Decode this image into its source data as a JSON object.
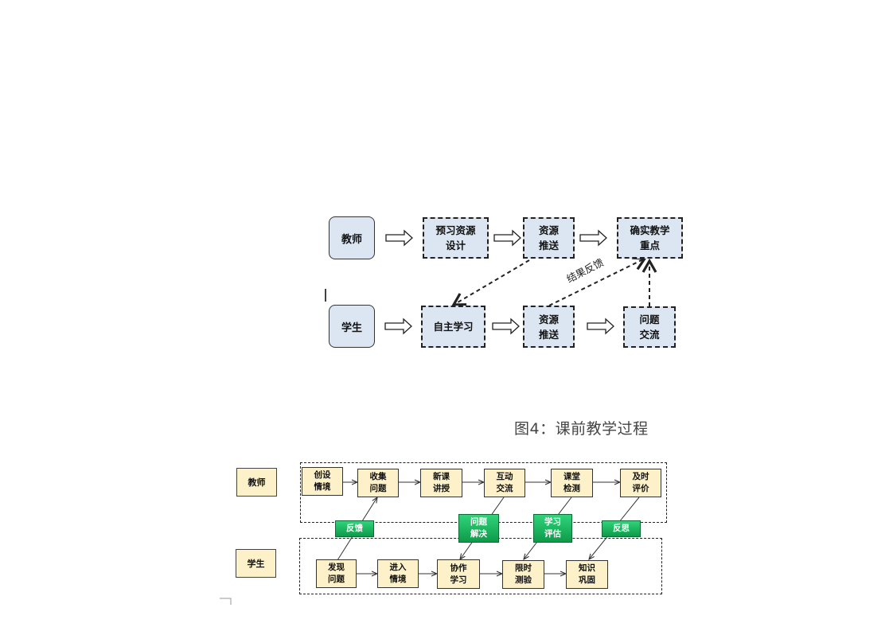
{
  "top_diagram": {
    "teacher_label": "教师",
    "student_label": "学生",
    "teacher_steps": [
      "预习资源\n设计",
      "资源\n推送",
      "确实教学\n重点"
    ],
    "student_steps": [
      "自主学习",
      "资源\n推送",
      "问题\n交流"
    ],
    "feedback_label": "结果反馈"
  },
  "caption": "图4：课前教学过程",
  "bottom_diagram": {
    "teacher_label": "教师",
    "student_label": "学生",
    "teacher_steps": [
      "创设\n情境",
      "收集\n问题",
      "新课\n讲授",
      "互动\n交流",
      "课堂\n检测",
      "及时\n评价"
    ],
    "student_steps": [
      "发现\n问题",
      "进入\n情境",
      "协作\n学习",
      "限时\n测验",
      "知识\n巩固"
    ],
    "link_labels": [
      "反馈",
      "问题\n解决",
      "学习\n评估",
      "反思"
    ]
  }
}
